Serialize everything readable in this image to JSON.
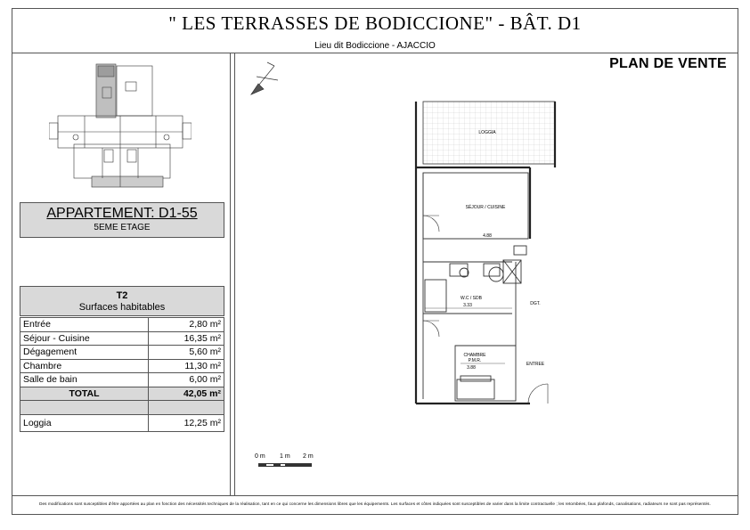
{
  "header": {
    "title": "\" LES TERRASSES DE BODICCIONE\"  -  BÂT.  D1",
    "subtitle": "Lieu dit Bodiccione - AJACCIO",
    "plan_title": "PLAN DE VENTE"
  },
  "apartment": {
    "name": "APPARTEMENT: D1-55",
    "floor": "5EME ETAGE"
  },
  "surfaces": {
    "type": "T2",
    "heading": "Surfaces habitables",
    "rows": [
      {
        "label": "Entrée",
        "value": "2,80 m²"
      },
      {
        "label": "Séjour - Cuisine",
        "value": "16,35 m²"
      },
      {
        "label": "Dégagement",
        "value": "5,60 m²"
      },
      {
        "label": "Chambre",
        "value": "11,30 m²"
      },
      {
        "label": "Salle de bain",
        "value": "6,00 m²"
      }
    ],
    "total_label": "TOTAL",
    "total_value": "42,05 m²",
    "loggia_label": "Loggia",
    "loggia_value": "12,25 m²"
  },
  "plan_labels": {
    "loggia": "LOGGIA",
    "sejour": "SÉJOUR / CUISINE",
    "wc": "W.C / SDB",
    "dgt": "DGT.",
    "chambre": "CHAMBRE",
    "pmr": "P.M.R.",
    "entree": "ENTREE",
    "dim_1": "4.88",
    "dim_2": "3.33",
    "dim_3": "3.88"
  },
  "scale": {
    "s0": "0 m",
    "s1": "1 m",
    "s2": "2 m"
  },
  "disclaimer": "Des modifications sont susceptibles d'être apportées au plan en fonction des nécessités techniques de la réalisation, tant en ce qui concerne les dimensions libres que les équipements. Les surfaces et côtes indiquées sont susceptibles de varier dans la limite contractuelle ; les retombées, faux plafonds, canalisations, radiateurs ne sont pas représentés."
}
